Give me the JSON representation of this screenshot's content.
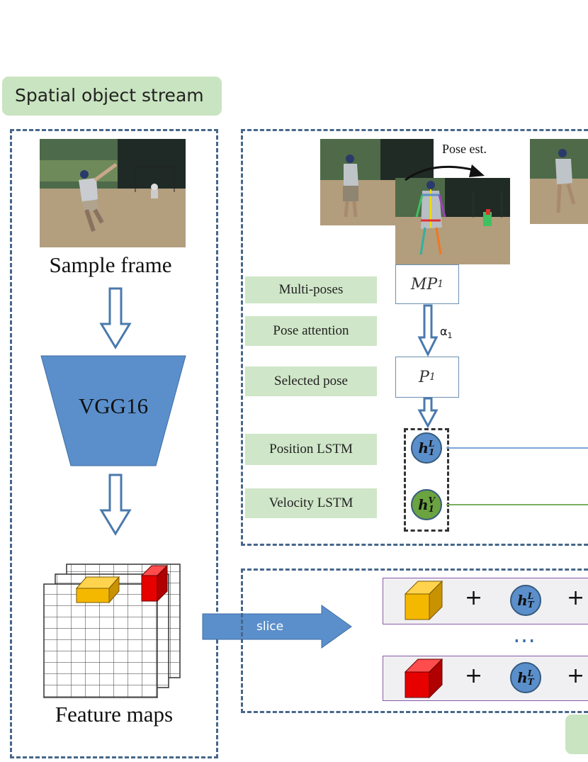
{
  "stream_title": "Spatial object stream",
  "captions": {
    "sample_frame": "Sample frame",
    "vgg": "VGG16",
    "feature_maps": "Feature maps",
    "pose_est": "Pose est.",
    "slice": "slice"
  },
  "pose_panel": {
    "labels": [
      "Multi-poses",
      "Pose attention",
      "Selected pose",
      "Position LSTM",
      "Velocity LSTM"
    ],
    "mp_node": "MP",
    "mp_sub": "1",
    "alpha": "α",
    "alpha_sub": "1",
    "p_node": "P",
    "p_sub": "1",
    "h_position": {
      "base": "h",
      "sup": "L",
      "sub": "1"
    },
    "h_velocity": {
      "base": "h",
      "sup": "V",
      "sub": "1"
    }
  },
  "concat_rows": {
    "plus": "+",
    "h_T": {
      "base": "h",
      "sup": "L",
      "sub": "T"
    },
    "ellipsis": "…"
  },
  "colors": {
    "panel_border": "#46678a",
    "label_bg": "#cfe6c8",
    "vgg_fill": "#5b8fcb",
    "arrow_fill": "#5b8fcb",
    "position_line": "#7aa7d6",
    "velocity_line": "#79b060",
    "h_position_fill": "#5b8fcb",
    "h_velocity_fill": "#6aa33f",
    "cube_yellow": "#f5b800",
    "cube_red": "#e60000"
  }
}
